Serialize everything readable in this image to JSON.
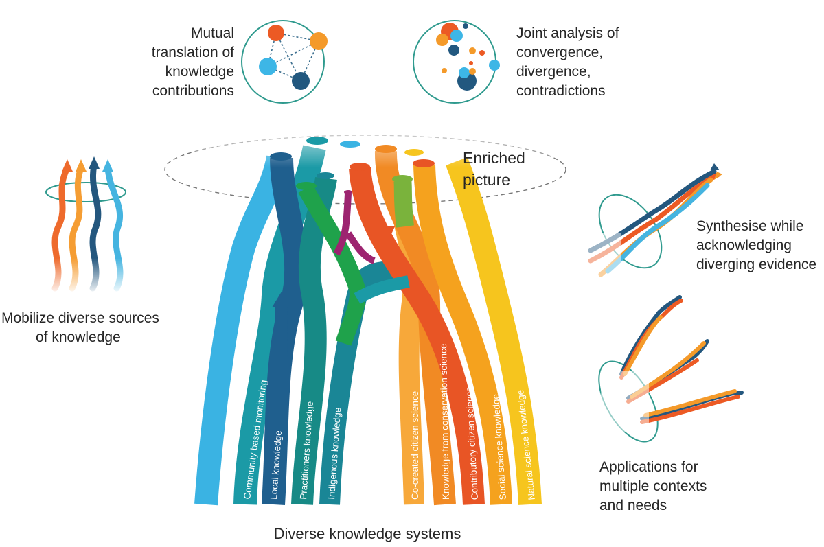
{
  "labels": {
    "mutual_translation": [
      "Mutual",
      "translation of",
      "knowledge",
      "contributions"
    ],
    "joint_analysis": [
      "Joint analysis of",
      "convergence,",
      "divergence,",
      "contradictions"
    ],
    "enriched": [
      "Enriched",
      "picture"
    ],
    "mobilize": [
      "Mobilize diverse sources",
      "of knowledge"
    ],
    "synthesise": [
      "Synthesise while",
      "acknowledging",
      "diverging evidence"
    ],
    "applications": [
      "Applications for",
      "multiple contexts",
      "and needs"
    ],
    "bottom_title": "Diverse knowledge systems"
  },
  "streams": [
    {
      "label": "Community based monitoring",
      "color": "#1b9aa6"
    },
    {
      "label": "Local knowledge",
      "color": "#1f5f8e"
    },
    {
      "label": "Practitioners knowledge",
      "color": "#178a86"
    },
    {
      "label": "Indigenous knowledge",
      "color": "#1a8696"
    },
    {
      "label": "Co-created citizen science",
      "color": "#f7a83a"
    },
    {
      "label": "Knowledge from conservation science",
      "color": "#f18a24"
    },
    {
      "label": "Contributory citizen science",
      "color": "#e85525"
    },
    {
      "label": "Social science knowledge",
      "color": "#f5a21e"
    },
    {
      "label": "Natural science knowledge",
      "color": "#f6c51e"
    }
  ],
  "icons": [
    "network-icon",
    "bubble-cluster-icon",
    "wavy-arrows-icon",
    "braided-ribbon-icon",
    "triple-braid-icon"
  ]
}
